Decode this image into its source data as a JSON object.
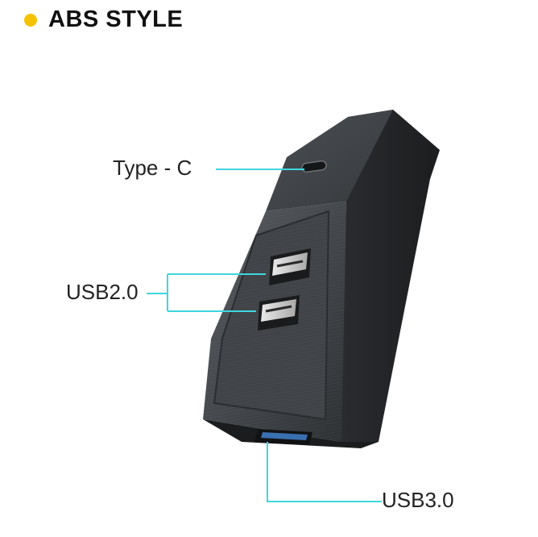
{
  "heading": {
    "title": "ABS STYLE",
    "bullet_color": "#f5c300"
  },
  "callouts": {
    "type_c": "Type - C",
    "usb2": "USB2.0",
    "usb3": "USB3.0",
    "line_color": "#3fd6e0"
  },
  "product": {
    "description_icon": "usb-hub-device-icon",
    "body_color": "#3a3d40"
  }
}
